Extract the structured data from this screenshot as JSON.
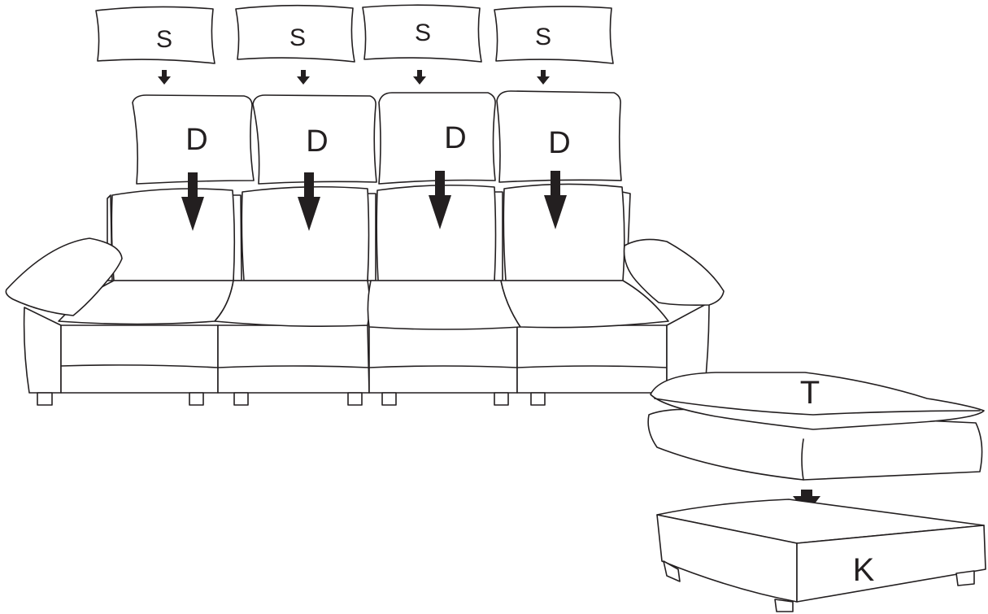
{
  "labels": {
    "headrest_cushion": "S",
    "back_cushion": "D",
    "ottoman_top": "T",
    "ottoman_base": "K"
  },
  "colors": {
    "line": "#231f20",
    "fill": "#ffffff"
  }
}
